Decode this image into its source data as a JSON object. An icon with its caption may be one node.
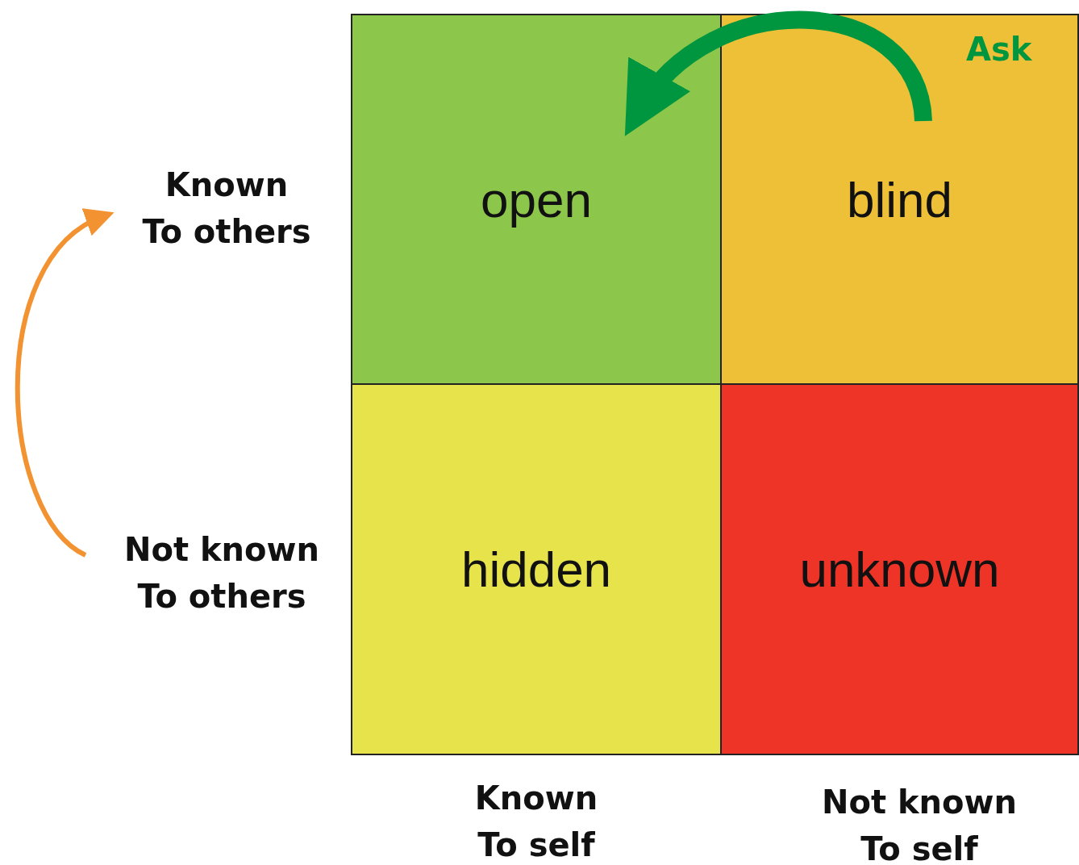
{
  "diagram": {
    "nodes": [
      {
        "text": [
          "open"
        ]
      },
      {
        "text": [
          "blind"
        ]
      },
      {
        "text": [
          "hidden"
        ]
      },
      {
        "text": [
          "unknown"
        ]
      },
      {
        "text": [
          "Known To others"
        ]
      },
      {
        "text": [
          "Not known To others"
        ]
      }
    ],
    "edges": [
      {
        "from": 1,
        "to": 0,
        "arrow": "to",
        "label": "Ask",
        "color": "#00963f",
        "style": "thick"
      },
      {
        "from": 5,
        "to": 4,
        "arrow": "to",
        "color": "#f39230"
      }
    ],
    "labels": [
      "Known To self",
      "Not known To self"
    ]
  }
}
